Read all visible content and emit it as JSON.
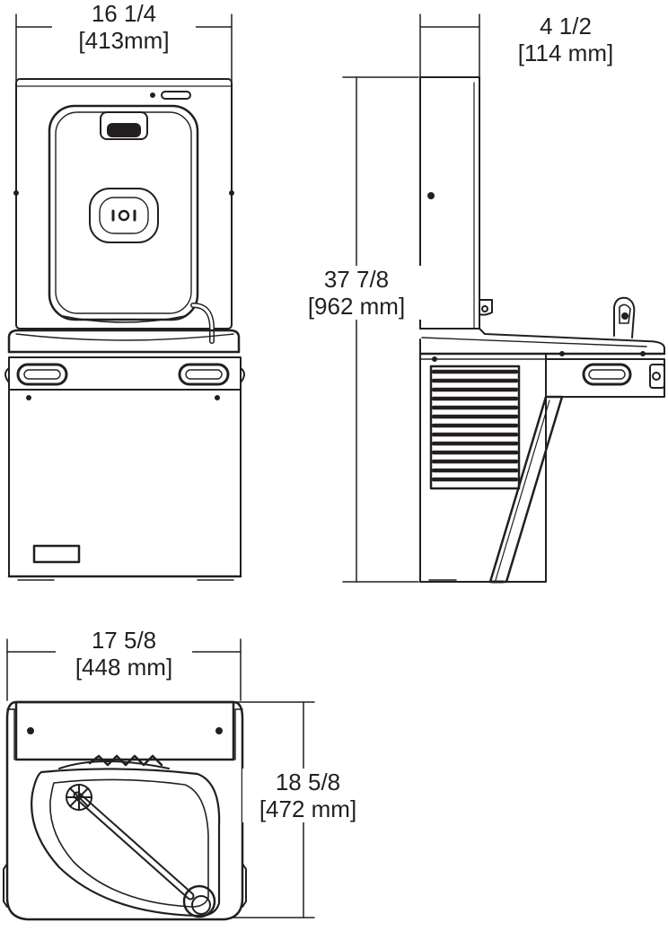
{
  "colors": {
    "line": "#231f20",
    "background": "#ffffff"
  },
  "dimensions": {
    "front_width": {
      "imperial": "16 1/4",
      "metric": "[413mm]"
    },
    "side_depth": {
      "imperial": "4 1/2",
      "metric": "[114 mm]"
    },
    "height": {
      "imperial": "37 7/8",
      "metric": "[962 mm]"
    },
    "top_width": {
      "imperial": "17 5/8",
      "metric": "[448 mm]"
    },
    "top_depth": {
      "imperial": "18 5/8",
      "metric": "[472 mm]"
    }
  },
  "icons": [
    "sensor-icon"
  ]
}
